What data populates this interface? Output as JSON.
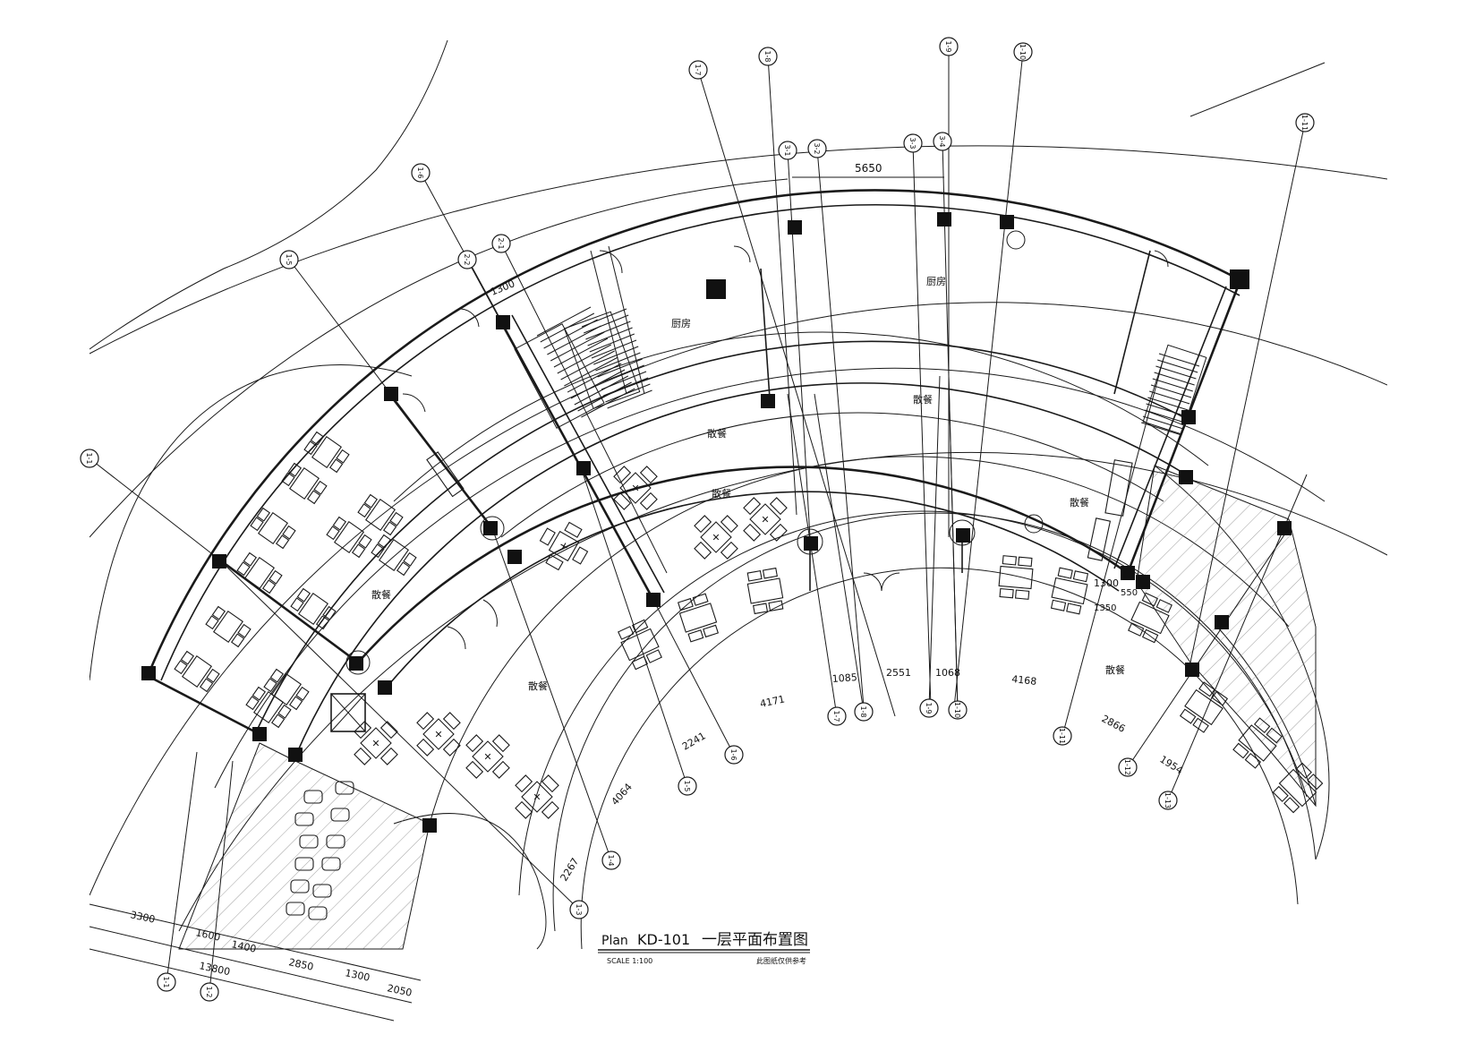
{
  "drawing": {
    "title_prefix": "Plan",
    "code": "KD-101",
    "title": "一层平面布置图",
    "sub_left": "SCALE 1:100",
    "sub_right": "此图纸仅供参考"
  },
  "rooms": [
    {
      "id": "kitchen-1",
      "label": "厨房"
    },
    {
      "id": "kitchen-2",
      "label": "厨房"
    },
    {
      "id": "dining-1",
      "label": "散餐"
    },
    {
      "id": "dining-2",
      "label": "散餐"
    },
    {
      "id": "dining-3",
      "label": "散餐"
    },
    {
      "id": "dining-4",
      "label": "散餐"
    },
    {
      "id": "dining-5",
      "label": "散餐"
    },
    {
      "id": "dining-6",
      "label": "散餐"
    },
    {
      "id": "dining-7",
      "label": "散餐"
    }
  ],
  "grid_bubbles": [
    {
      "id": "a",
      "label": "1-7"
    },
    {
      "id": "b",
      "label": "1-8"
    },
    {
      "id": "c",
      "label": "1-9"
    },
    {
      "id": "d",
      "label": "1-10"
    },
    {
      "id": "e",
      "label": "1-6"
    },
    {
      "id": "f",
      "label": "1-5"
    },
    {
      "id": "g",
      "label": "1-11"
    },
    {
      "id": "h",
      "label": "1-1"
    },
    {
      "id": "i",
      "label": "3-1"
    },
    {
      "id": "j",
      "label": "3-2"
    },
    {
      "id": "k",
      "label": "3-3"
    },
    {
      "id": "l",
      "label": "3-4"
    },
    {
      "id": "m",
      "label": "2-2"
    },
    {
      "id": "n",
      "label": "2-1"
    },
    {
      "id": "o",
      "label": "1-7"
    },
    {
      "id": "p",
      "label": "1-8"
    },
    {
      "id": "q",
      "label": "1-9"
    },
    {
      "id": "r",
      "label": "1-10"
    },
    {
      "id": "s",
      "label": "1-6"
    },
    {
      "id": "t",
      "label": "1-5"
    },
    {
      "id": "u",
      "label": "1-4"
    },
    {
      "id": "v",
      "label": "1-3"
    },
    {
      "id": "w",
      "label": "1-11"
    },
    {
      "id": "x",
      "label": "1-12"
    },
    {
      "id": "y",
      "label": "1-13"
    },
    {
      "id": "z",
      "label": "1-1"
    },
    {
      "id": "aa",
      "label": "1-2"
    }
  ],
  "dimensions": [
    {
      "id": "d1",
      "label": "5650"
    },
    {
      "id": "d2",
      "label": "1300"
    },
    {
      "id": "d3",
      "label": "1085"
    },
    {
      "id": "d4",
      "label": "2551"
    },
    {
      "id": "d5",
      "label": "1068"
    },
    {
      "id": "d6",
      "label": "4168"
    },
    {
      "id": "d7",
      "label": "4171"
    },
    {
      "id": "d8",
      "label": "2241"
    },
    {
      "id": "d9",
      "label": "2866"
    },
    {
      "id": "d10",
      "label": "1954"
    },
    {
      "id": "d11",
      "label": "4064"
    },
    {
      "id": "d12",
      "label": "2267"
    },
    {
      "id": "d13",
      "label": "3300"
    },
    {
      "id": "d14",
      "label": "1600"
    },
    {
      "id": "d15",
      "label": "1400"
    },
    {
      "id": "d16",
      "label": "13800"
    },
    {
      "id": "d17",
      "label": "2850"
    },
    {
      "id": "d18",
      "label": "1300"
    },
    {
      "id": "d19",
      "label": "2050"
    },
    {
      "id": "d20",
      "label": "1300"
    },
    {
      "id": "d21",
      "label": "1350"
    },
    {
      "id": "d22",
      "label": "550"
    }
  ]
}
